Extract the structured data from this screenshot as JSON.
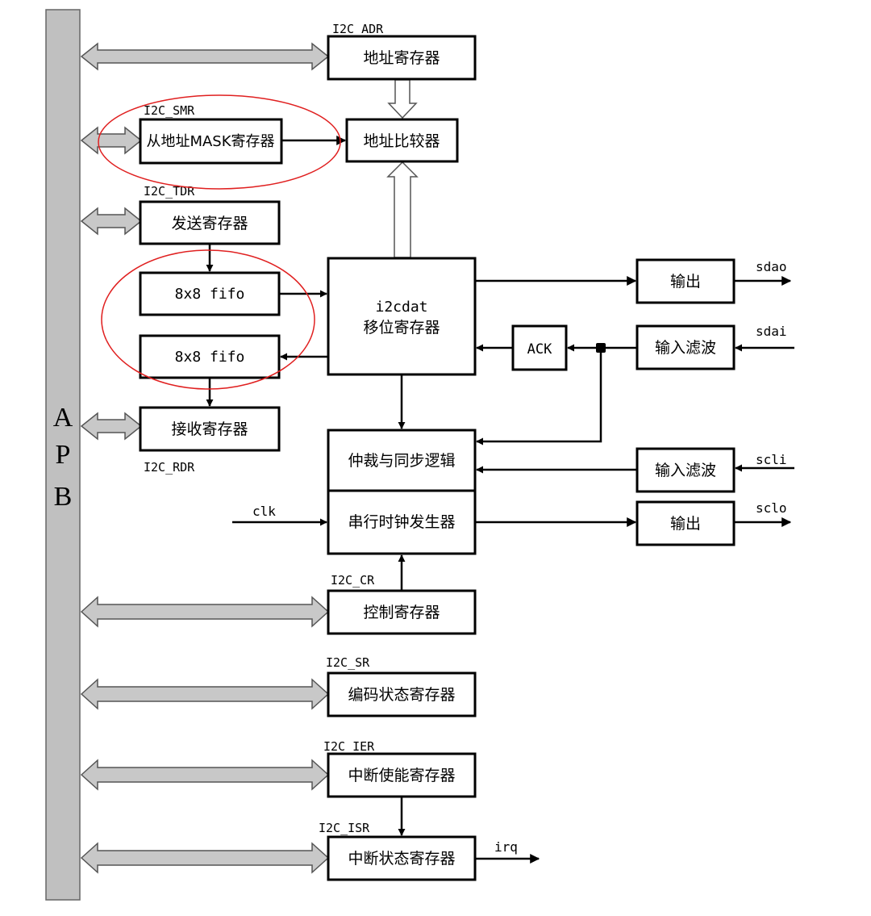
{
  "bus": {
    "label_a": "A",
    "label_p": "P",
    "label_b": "B"
  },
  "registers": {
    "adr": {
      "tag": "I2C_ADR",
      "name": "地址寄存器"
    },
    "smr": {
      "tag": "I2C_SMR",
      "name": "从地址MASK寄存器"
    },
    "tdr": {
      "tag": "I2C_TDR",
      "name": "发送寄存器"
    },
    "rdr": {
      "tag": "I2C_RDR",
      "name": "接收寄存器"
    },
    "cr": {
      "tag": "I2C_CR",
      "name": "控制寄存器"
    },
    "sr": {
      "tag": "I2C_SR",
      "name": "编码状态寄存器"
    },
    "ier": {
      "tag": "I2C_IER",
      "name": "中断使能寄存器"
    },
    "isr": {
      "tag": "I2C_ISR",
      "name": "中断状态寄存器"
    }
  },
  "blocks": {
    "comparator": "地址比较器",
    "fifo_tx": "8x8 fifo",
    "fifo_rx": "8x8 fifo",
    "shift_line1": "i2cdat",
    "shift_line2": "移位寄存器",
    "ack": "ACK",
    "arbitration": "仲裁与同步逻辑",
    "clock_gen": "串行时钟发生器",
    "out_sda": "输出",
    "filter_sda": "输入滤波",
    "filter_scl": "输入滤波",
    "out_scl": "输出"
  },
  "signals": {
    "sdao": "sdao",
    "sdai": "sdai",
    "scli": "scli",
    "sclo": "sclo",
    "clk": "clk",
    "irq": "irq"
  },
  "colors": {
    "bus_fill": "#c0c0c0",
    "bus_arrow_fill": "#c8c8c8",
    "line": "#000000",
    "highlight": "#e02020"
  }
}
